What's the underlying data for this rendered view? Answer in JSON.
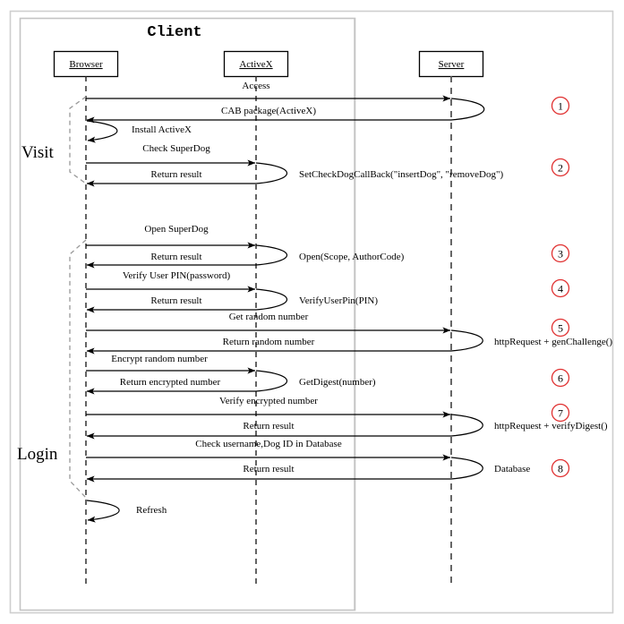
{
  "diagram": {
    "title": "Client",
    "outer_frame": true,
    "colors": {
      "line": "#000000",
      "lifeline": "#333333",
      "frame": "#cccccc",
      "marker_circle": "#e03030",
      "text": "#000000"
    },
    "phases": [
      {
        "name": "Visit",
        "label": "Visit"
      },
      {
        "name": "Login",
        "label": "Login"
      }
    ],
    "actors": [
      {
        "name": "browser",
        "label": "Browser"
      },
      {
        "name": "activex",
        "label": "ActiveX"
      },
      {
        "name": "server",
        "label": "Server"
      }
    ],
    "standalone_labels": [
      {
        "name": "access-label",
        "text": "Access"
      }
    ],
    "messages": [
      {
        "id": 1,
        "text": "Access",
        "from": "activex",
        "to": "activex",
        "kind": "caption"
      },
      {
        "id": 2,
        "text": "CAB package(ActiveX)",
        "from": "browser",
        "to": "server",
        "kind": "request"
      },
      {
        "id": 3,
        "text": "Install ActiveX",
        "from": "browser",
        "to": "browser",
        "kind": "self"
      },
      {
        "id": 4,
        "text": "Check SuperDog",
        "from": "browser",
        "to": "activex",
        "kind": "request"
      },
      {
        "id": 5,
        "text": "Return result",
        "from": "activex",
        "to": "browser",
        "kind": "return"
      },
      {
        "id": 6,
        "text": "Open SuperDog",
        "from": "browser",
        "to": "activex",
        "kind": "request"
      },
      {
        "id": 7,
        "text": "Return result",
        "from": "activex",
        "to": "browser",
        "kind": "return"
      },
      {
        "id": 8,
        "text": "Verify User PIN(password)",
        "from": "browser",
        "to": "activex",
        "kind": "request"
      },
      {
        "id": 9,
        "text": "Return result",
        "from": "activex",
        "to": "browser",
        "kind": "return"
      },
      {
        "id": 10,
        "text": "Get random number",
        "from": "browser",
        "to": "server",
        "kind": "request"
      },
      {
        "id": 11,
        "text": "Return random number",
        "from": "server",
        "to": "browser",
        "kind": "return"
      },
      {
        "id": 12,
        "text": "Encrypt  random number",
        "from": "browser",
        "to": "activex",
        "kind": "request"
      },
      {
        "id": 13,
        "text": "Return encrypted number",
        "from": "activex",
        "to": "browser",
        "kind": "return"
      },
      {
        "id": 14,
        "text": "Verify encrypted number",
        "from": "browser",
        "to": "server",
        "kind": "request"
      },
      {
        "id": 15,
        "text": "Return result",
        "from": "server",
        "to": "browser",
        "kind": "return"
      },
      {
        "id": 16,
        "text": "Check username,Dog ID in Database",
        "from": "browser",
        "to": "server",
        "kind": "request"
      },
      {
        "id": 17,
        "text": "Return result",
        "from": "server",
        "to": "browser",
        "kind": "return"
      },
      {
        "id": 18,
        "text": "Refresh",
        "from": "browser",
        "to": "browser",
        "kind": "self"
      }
    ],
    "annotations": [
      {
        "name": "annotation-setcheckdogcallback",
        "text": "SetCheckDogCallBack(\"insertDog\", \"removeDog\")"
      },
      {
        "name": "annotation-open",
        "text": "Open(Scope, AuthorCode)"
      },
      {
        "name": "annotation-verifyuserpin",
        "text": "VerifyUserPin(PIN)"
      },
      {
        "name": "annotation-genchallenge",
        "text": "httpRequest + genChallenge()"
      },
      {
        "name": "annotation-getdigest",
        "text": "GetDigest(number)"
      },
      {
        "name": "annotation-verifydigest",
        "text": "httpRequest + verifyDigest()"
      },
      {
        "name": "annotation-database",
        "text": "Database"
      }
    ],
    "step_markers": [
      {
        "name": "step-marker-1",
        "label": "1"
      },
      {
        "name": "step-marker-2",
        "label": "2"
      },
      {
        "name": "step-marker-3",
        "label": "3"
      },
      {
        "name": "step-marker-4",
        "label": "4"
      },
      {
        "name": "step-marker-5",
        "label": "5"
      },
      {
        "name": "step-marker-6",
        "label": "6"
      },
      {
        "name": "step-marker-7",
        "label": "7"
      },
      {
        "name": "step-marker-8",
        "label": "8"
      }
    ]
  }
}
